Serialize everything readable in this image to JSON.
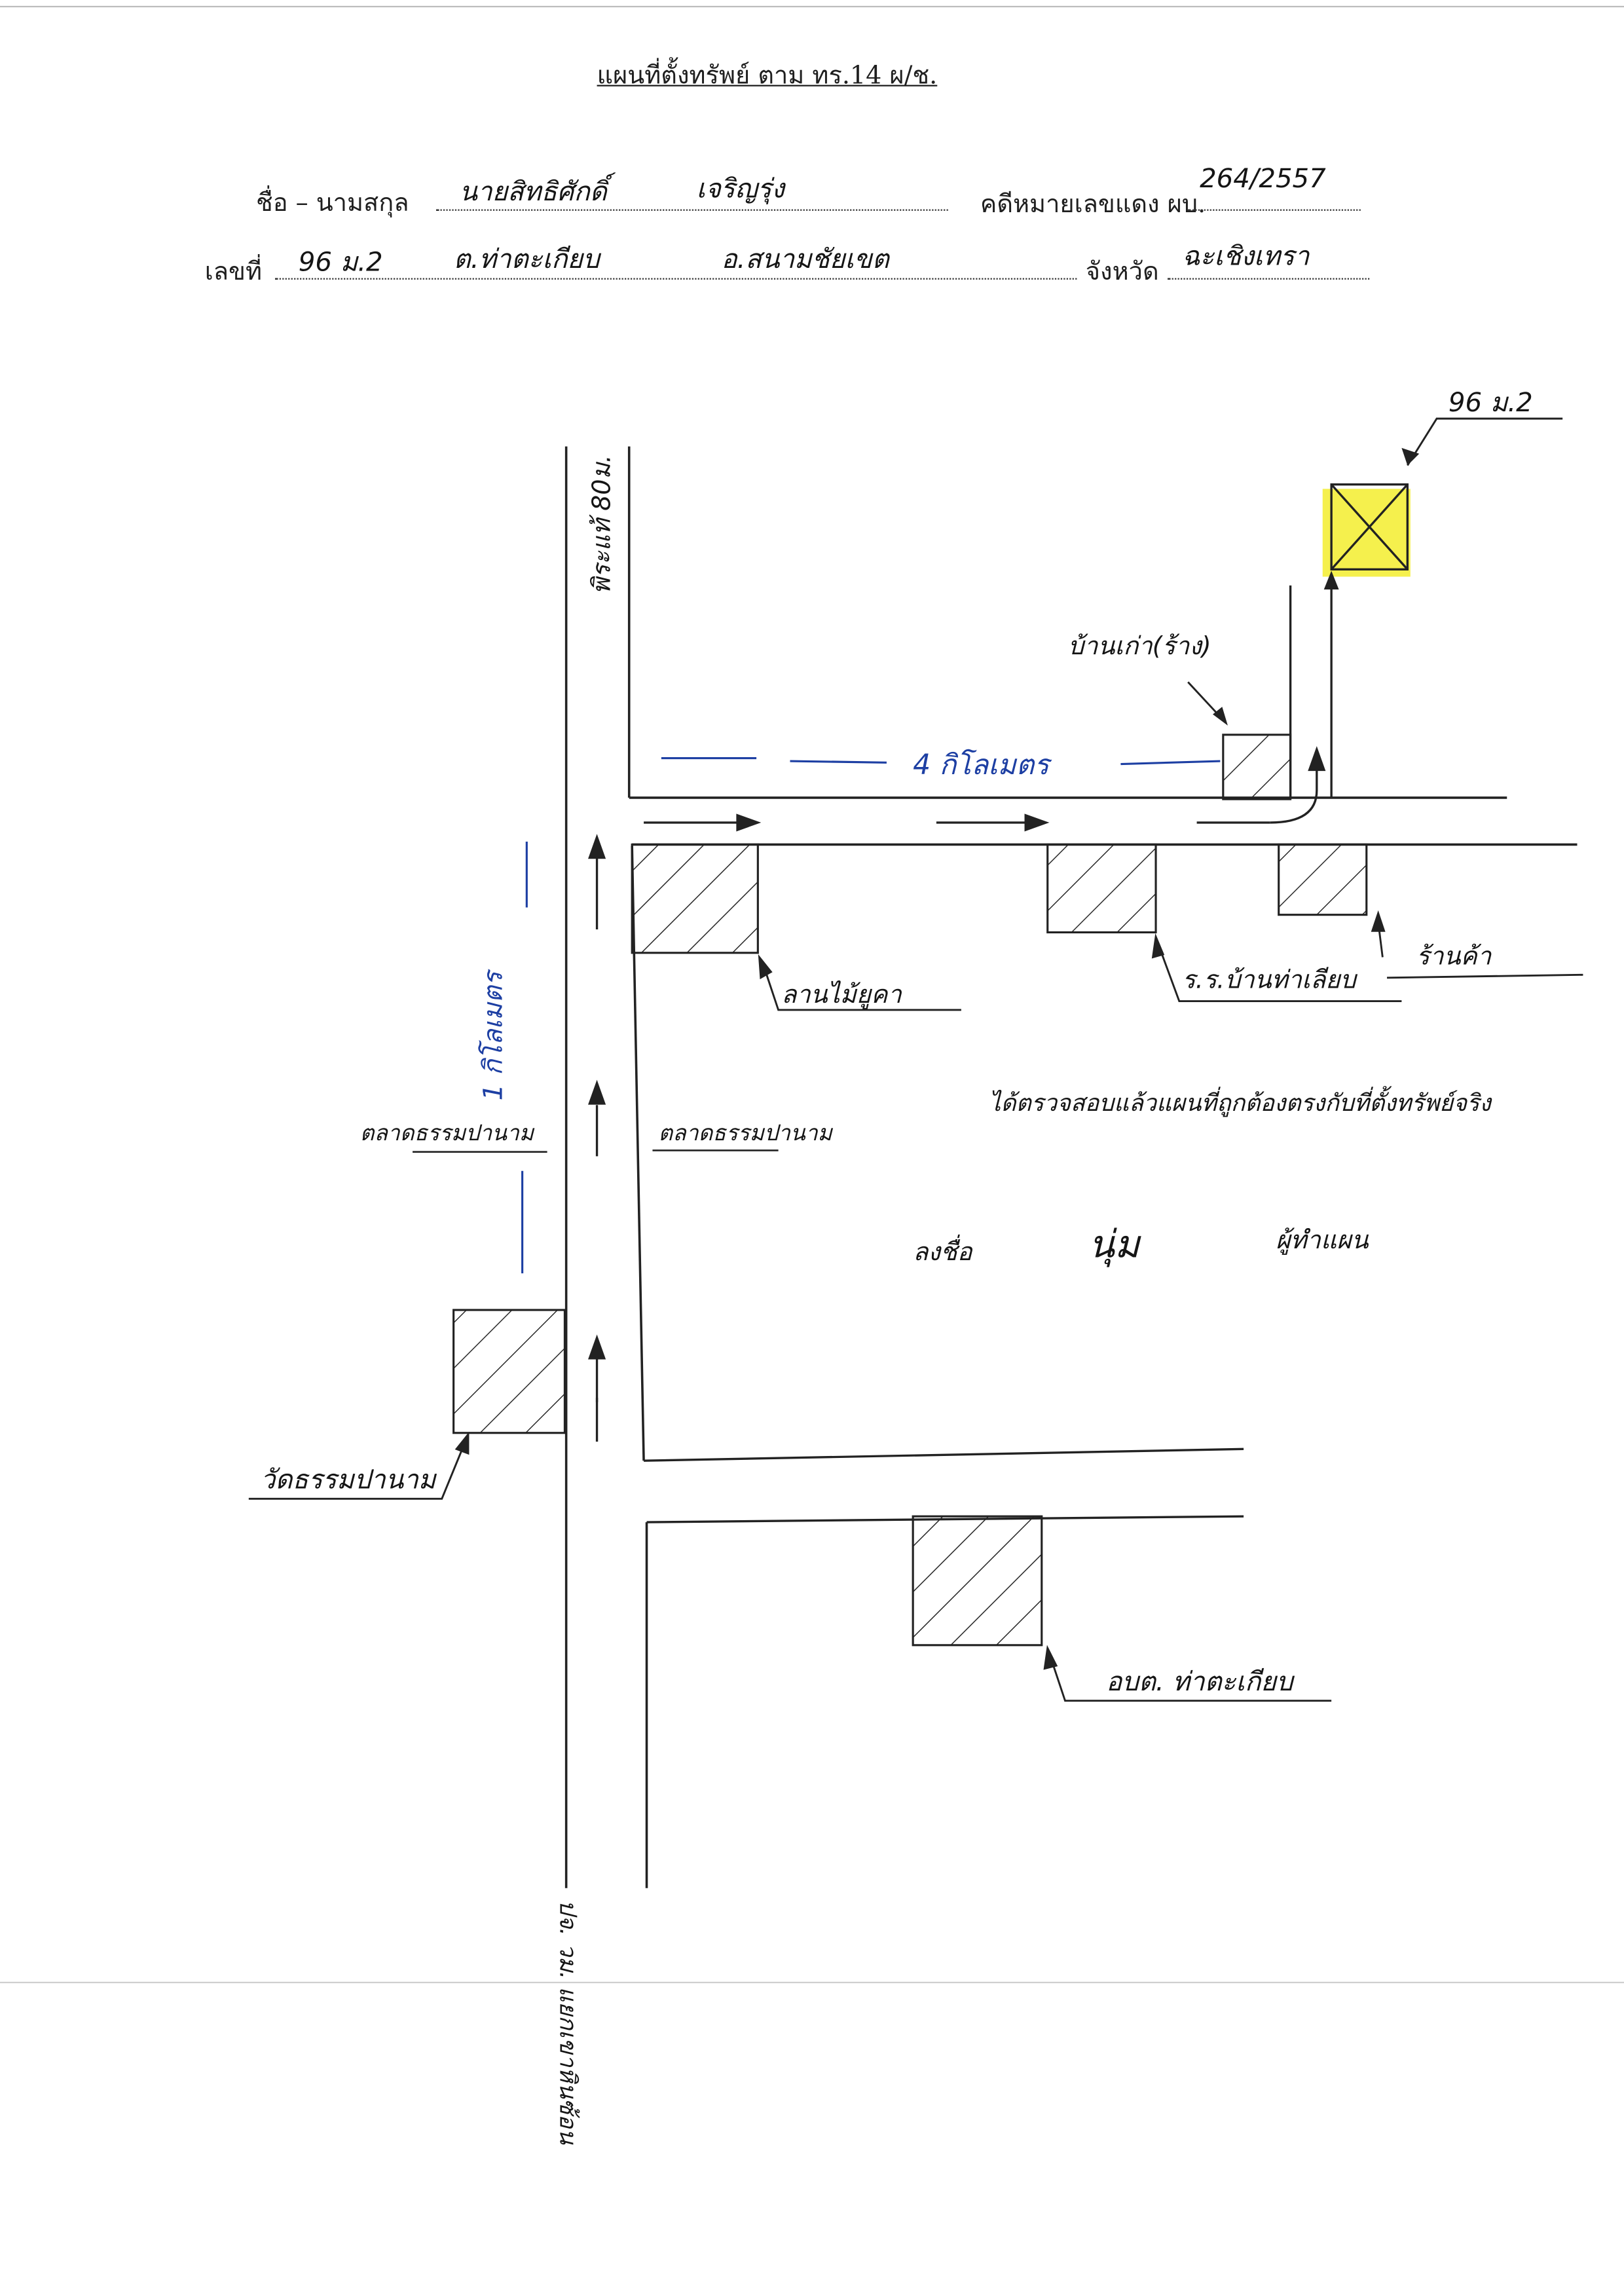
{
  "header": {
    "title": "แผนที่ตั้งทรัพย์ ตาม ทร.14 ผ/ช."
  },
  "form": {
    "name_label": "ชื่อ – นามสกุล",
    "name_value": "นายสิทธิศักดิ์",
    "surname_value": "เจริญรุ่ง",
    "case_label": "คดีหมายเลขแดง ผบ.",
    "case_value": "264/2557",
    "address_label": "เลขที่",
    "house_no": "96 ม.2",
    "subdistrict": "ต.ท่าตะเกียบ",
    "district": "อ.สนามชัยเขต",
    "province_label": "จังหวัด",
    "province_value": "ฉะเชิงเทรา"
  },
  "map": {
    "target_label": "96 ม.2",
    "road_top_label": "พิระแท้ 80ม.",
    "road_bottom_label": "ปจ. วม. แยกเขาหินซ้อน",
    "distance_horizontal": "4 กิโลเมตร",
    "distance_vertical": "1 กิโลเมตร",
    "landmarks": {
      "house_beside": "บ้านเก่า(ร้าง)",
      "wood_shop": "ลานไม้ยูคา",
      "school": "ร.ร.บ้านท่าเลียบ",
      "shop": "ร้านค้า",
      "market_left": "ตลาดธรรมปานาม",
      "market_right": "ตลาดธรรมปานาม",
      "temple": "วัดธรรมปานาม",
      "obt": "อบต. ท่าตะเกียบ"
    },
    "certification": "ได้ตรวจสอบแล้วแผนที่ถูกต้องตรงกับที่ตั้งทรัพย์จริง",
    "sign_prefix": "ลงชื่อ",
    "signature": "นุ่ม",
    "sign_role": "ผู้ทำแผน"
  },
  "colors": {
    "ink": "#1a1a1a",
    "blue_ink": "#1d3fa3",
    "highlight": "#f4ee3a"
  }
}
